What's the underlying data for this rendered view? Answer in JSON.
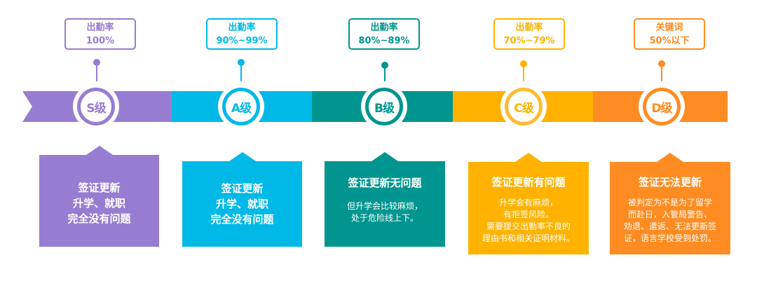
{
  "colors": {
    "s": "#977dd2",
    "a": "#00b9e7",
    "b": "#00968f",
    "c": "#ffb300",
    "d": "#ff8c22"
  },
  "levels": [
    {
      "grade": "S级",
      "tag_title": "出勤率",
      "tag_value": "100%",
      "card_title_lines": [
        "签证更新",
        "升学、就职",
        "完全没有问题"
      ],
      "card_body": []
    },
    {
      "grade": "A级",
      "tag_title": "出勤率",
      "tag_value": "90%~99%",
      "card_title_lines": [
        "签证更新",
        "升学、就职",
        "完全没有问题"
      ],
      "card_body": []
    },
    {
      "grade": "B级",
      "tag_title": "出勤率",
      "tag_value": "80%~89%",
      "card_title_lines": [
        "签证更新无问题"
      ],
      "card_body": [
        "但升学会比较麻烦，",
        "处于危险线上下。"
      ]
    },
    {
      "grade": "C级",
      "tag_title": "出勤率",
      "tag_value": "70%~79%",
      "card_title_lines": [
        "签证更新有问题"
      ],
      "card_body": [
        "升学会有麻烦，",
        "有拒签风险。",
        "需要提交出勤率不良的",
        "理由书和相关证明材料。"
      ]
    },
    {
      "grade": "D级",
      "tag_title": "关键词",
      "tag_value": "50%以下",
      "card_title_lines": [
        "签证无法更新"
      ],
      "card_body": [
        "被判定为不是为了留学",
        "而赴日，入管局警告、",
        "劝退、遣返、无法更新签",
        "证，语言学校受到处罚。"
      ]
    }
  ]
}
